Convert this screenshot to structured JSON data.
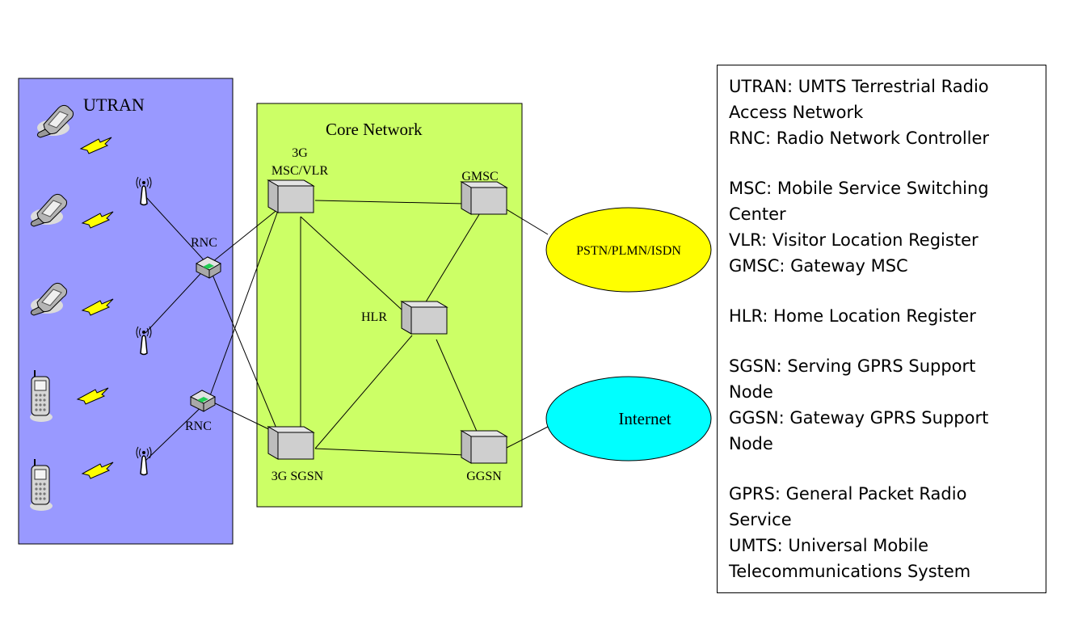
{
  "regions": {
    "utran_label": "UTRAN",
    "core_label": "Core Network"
  },
  "nodes": {
    "rnc_top": "RNC",
    "rnc_bottom": "RNC",
    "msc_vlr_line1": "3G",
    "msc_vlr_line2": "MSC/VLR",
    "gmsc": "GMSC",
    "hlr": "HLR",
    "sgsn": "3G SGSN",
    "ggsn": "GGSN"
  },
  "external_networks": {
    "pstn": "PSTN/PLMN/ISDN",
    "internet": "Internet"
  },
  "colors": {
    "utran_fill": "#9999FF",
    "core_fill": "#CCFF66",
    "pstn_fill": "#FFFF00",
    "internet_fill": "#00FFFF",
    "bolt_fill": "#FFFF00"
  },
  "legend": {
    "groups": [
      [
        "UTRAN: UMTS Terrestrial Radio",
        "Access Network",
        "RNC: Radio Network Controller"
      ],
      [
        "MSC: Mobile Service Switching",
        "Center",
        "VLR: Visitor Location Register",
        "GMSC: Gateway MSC"
      ],
      [
        "HLR: Home Location Register"
      ],
      [
        "SGSN: Serving GPRS Support",
        "Node",
        "GGSN: Gateway GPRS Support",
        "Node"
      ],
      [
        "GPRS: General Packet Radio",
        "Service",
        "UMTS: Universal Mobile",
        "Telecommunications System"
      ]
    ]
  }
}
